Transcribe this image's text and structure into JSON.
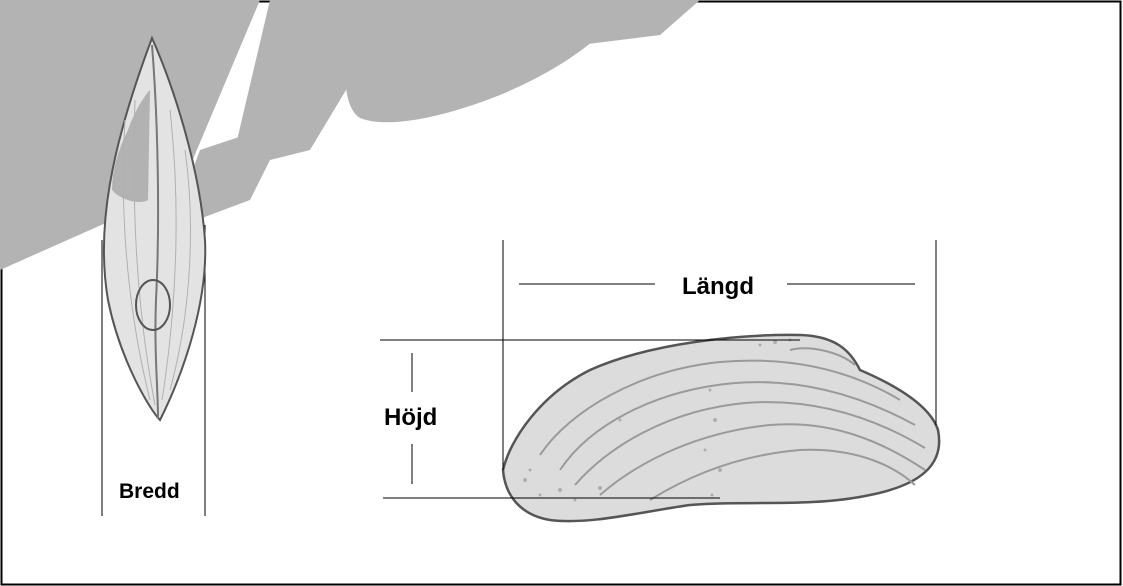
{
  "labels": {
    "length": "Längd",
    "height": "Höjd",
    "width": "Bredd"
  },
  "colors": {
    "background": "#ffffff",
    "frame": "#000000",
    "measure_line": "#000000",
    "shell_outline": "#555555",
    "shell_fill": "#d9d9d9",
    "shell_ridges": "#9a9a9a",
    "watermark": "#b3b3b3"
  },
  "illustration": {
    "side_view": "mussel-shell-side-view",
    "front_view": "mussel-shell-front-view"
  }
}
